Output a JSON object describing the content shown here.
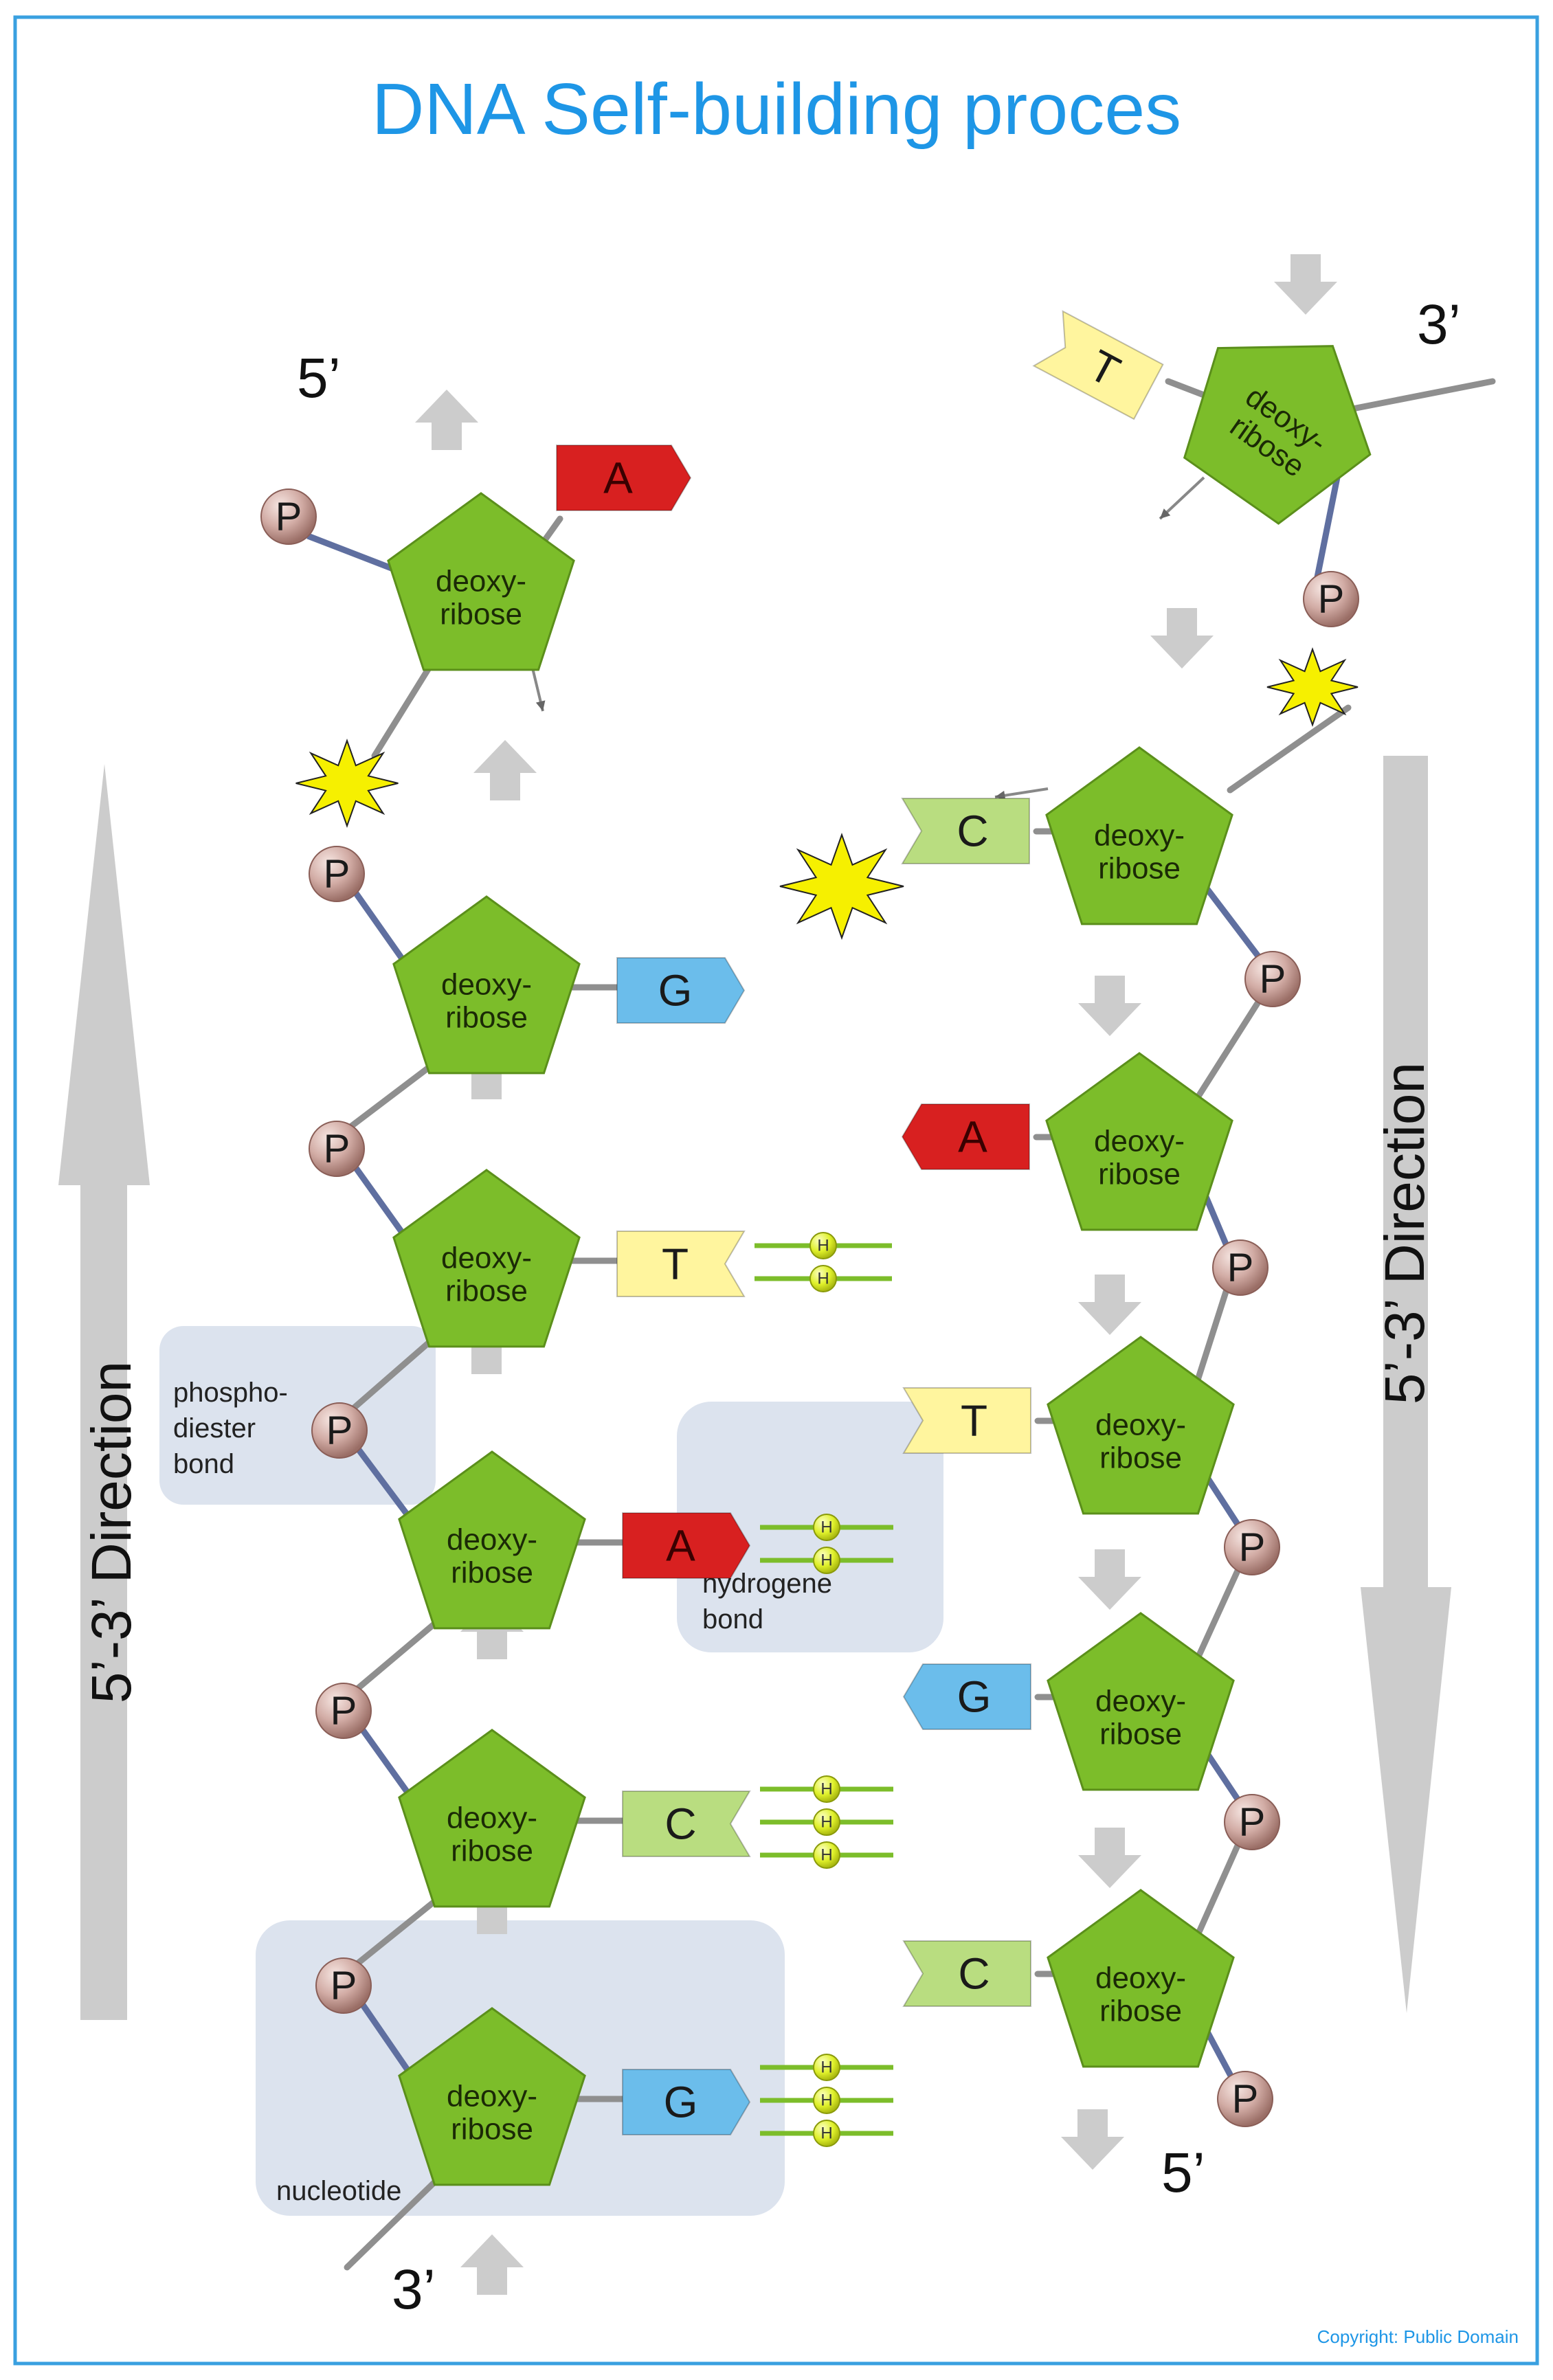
{
  "title": "DNA Self-building proces",
  "copyright": "Copyright: Public Domain",
  "sugar_label": [
    "deoxy-",
    "ribose"
  ],
  "phosphate_label": "P",
  "hydrogen_label": "H",
  "direction_left": "5’-3’ Direction",
  "direction_right": "5’-3’ Direction",
  "ends": {
    "left_top": "5’",
    "left_bottom": "3’",
    "right_top": "3’",
    "right_bottom": "5’"
  },
  "callouts": {
    "phosphodiester": [
      "phospho-",
      "diester",
      "bond"
    ],
    "hydrogen": [
      "hydrogene",
      "bond"
    ],
    "nucleotide": "nucleotide"
  },
  "left_strand": [
    "A",
    "G",
    "T",
    "A",
    "C",
    "G"
  ],
  "right_strand": [
    "T",
    "C",
    "A",
    "T",
    "G",
    "C"
  ],
  "hydrogen_bonds_per_pair": [
    0,
    0,
    2,
    2,
    3,
    3
  ],
  "colors": {
    "title": "#1e96e6",
    "frame": "#3aa0e0",
    "sugar": "#7cbd2a",
    "sugar_stroke": "#5b8f1b",
    "phosphate": "#d6b4ae",
    "backbone": "#9a9a9a",
    "arrow": "#cccccc",
    "highlight_box": "#dce3ee",
    "base_A": "#d82020",
    "base_T": "#fff59e",
    "base_G": "#6bbdeb",
    "base_C": "#b9dd80",
    "hydrogen": "#dff02a",
    "spark": "#f6f000"
  }
}
